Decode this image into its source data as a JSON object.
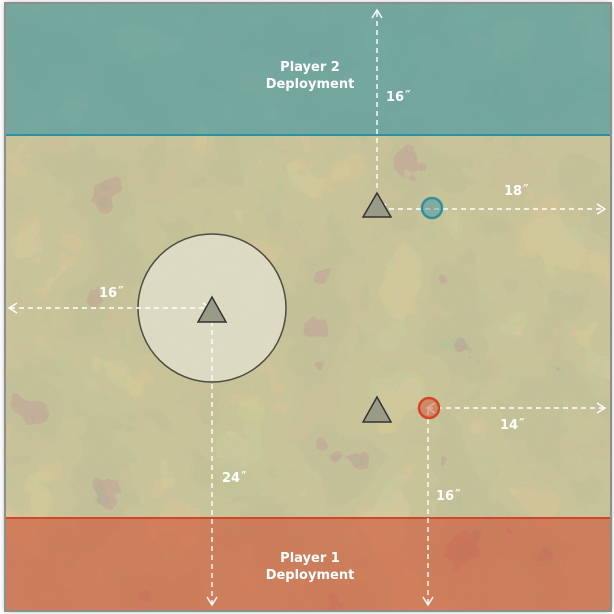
{
  "map": {
    "colors": {
      "player_2_zone": "#2f8fa3",
      "player_1_zone": "#d2452a",
      "objective_player_2": "#2f8fa3",
      "objective_player_1": "#d2452a",
      "terrain_green": "#8a9a55",
      "terrain_brown": "#7a6a52",
      "terrain_orange": "#b07a4a",
      "marker_fill": "#9a9a88",
      "ruin_fill": "#e2e0cc",
      "measure_line": "#ffffff"
    },
    "deployment_zones": {
      "player_2": {
        "line1": "Player 2",
        "line2": "Deployment"
      },
      "player_1": {
        "line1": "Player 1",
        "line2": "Deployment"
      }
    },
    "measurements": {
      "p2_edge_to_marker": "16˝",
      "blue_objective_to_edge": "18˝",
      "left_edge_to_center": "16˝",
      "red_objective_to_edge": "14˝",
      "center_to_bottom": "24˝",
      "red_objective_to_bottom": "16˝"
    },
    "markers": {
      "objective_icon": "triangle-icon",
      "player_2_objective_icon": "circle-icon",
      "player_1_objective_icon": "circle-icon"
    }
  }
}
